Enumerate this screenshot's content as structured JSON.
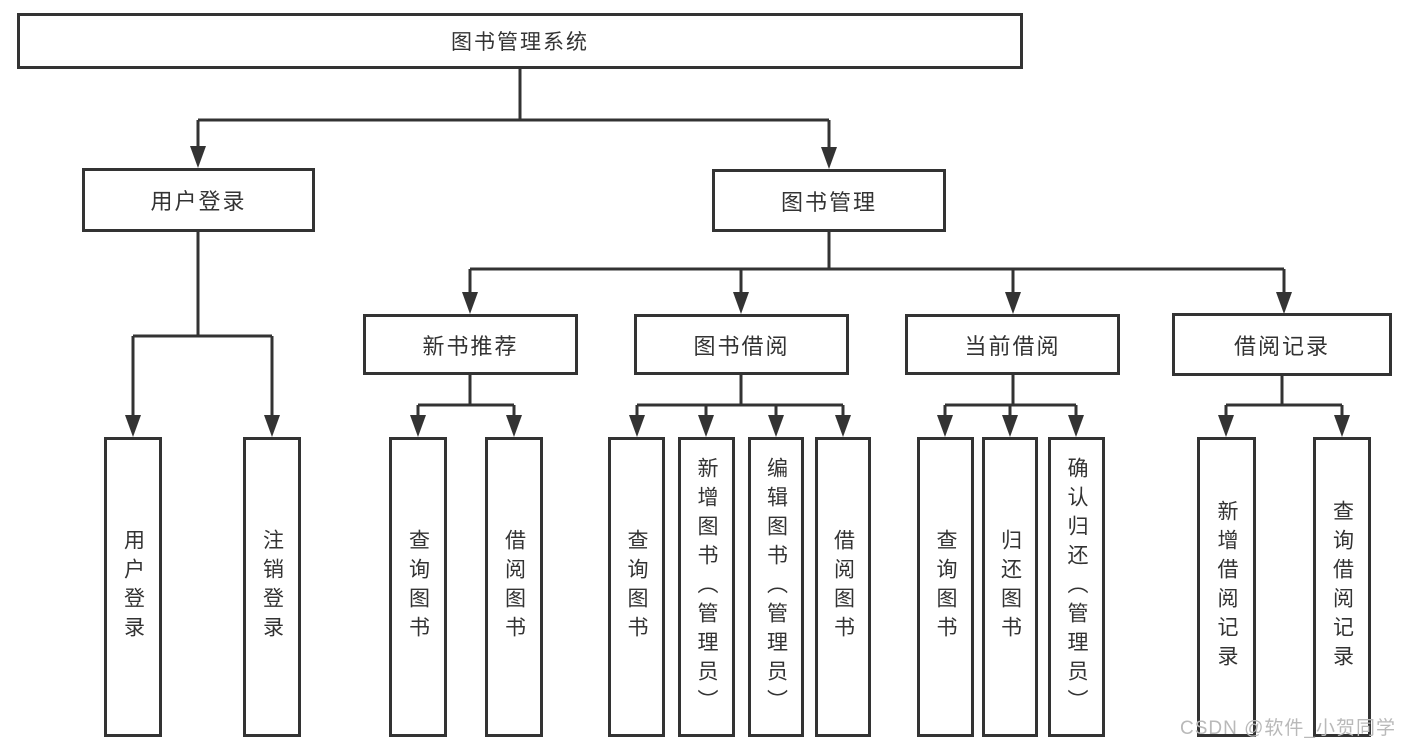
{
  "colors": {
    "line": "#333333",
    "box_border": "#333333",
    "text": "#333333",
    "watermark_text": "#b9b9b9",
    "background": "#ffffff"
  },
  "diagram": {
    "type": "hierarchy-tree",
    "root": {
      "label": "图书管理系统"
    },
    "level2": [
      {
        "label": "用户登录",
        "parent": "图书管理系统"
      },
      {
        "label": "图书管理",
        "parent": "图书管理系统"
      }
    ],
    "level3": [
      {
        "label": "新书推荐",
        "parent": "图书管理"
      },
      {
        "label": "图书借阅",
        "parent": "图书管理"
      },
      {
        "label": "当前借阅",
        "parent": "图书管理"
      },
      {
        "label": "借阅记录",
        "parent": "图书管理"
      }
    ],
    "leaves": [
      {
        "label": "用户登录",
        "parent": "用户登录"
      },
      {
        "label": "注销登录",
        "parent": "用户登录"
      },
      {
        "label": "查询图书",
        "parent": "新书推荐"
      },
      {
        "label": "借阅图书",
        "parent": "新书推荐"
      },
      {
        "label": "查询图书",
        "parent": "图书借阅"
      },
      {
        "label": "新增图书（管理员）",
        "parent": "图书借阅"
      },
      {
        "label": "编辑图书（管理员）",
        "parent": "图书借阅"
      },
      {
        "label": "借阅图书",
        "parent": "图书借阅"
      },
      {
        "label": "查询图书",
        "parent": "当前借阅"
      },
      {
        "label": "归还图书",
        "parent": "当前借阅"
      },
      {
        "label": "确认归还（管理员）",
        "parent": "当前借阅"
      },
      {
        "label": "新增借阅记录",
        "parent": "借阅记录"
      },
      {
        "label": "查询借阅记录",
        "parent": "借阅记录"
      }
    ]
  },
  "watermark": {
    "text": "CSDN @软件_小贺同学"
  }
}
